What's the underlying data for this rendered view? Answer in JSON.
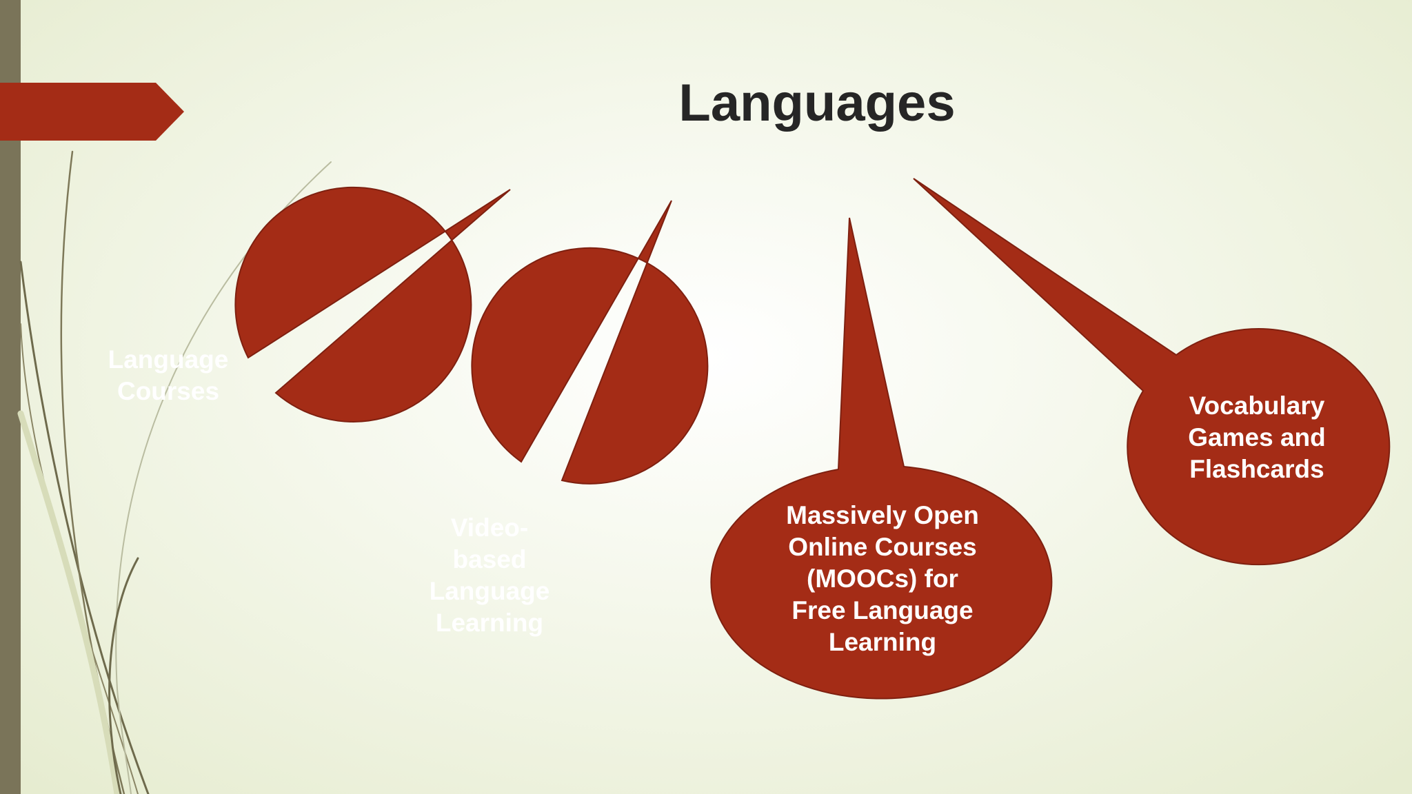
{
  "slide": {
    "title": "Languages",
    "accent_color": "#a42c16",
    "sidebar_color": "#7a7459"
  },
  "bubbles": [
    {
      "lines": [
        "Language",
        "Courses"
      ]
    },
    {
      "lines": [
        "Video-",
        "based",
        "Language",
        "Learning"
      ]
    },
    {
      "lines": [
        "Massively Open",
        "Online Courses",
        "(MOOCs) for",
        "Free Language",
        "Learning"
      ]
    },
    {
      "lines": [
        "Vocabulary",
        "Games and",
        "Flashcards"
      ]
    }
  ]
}
